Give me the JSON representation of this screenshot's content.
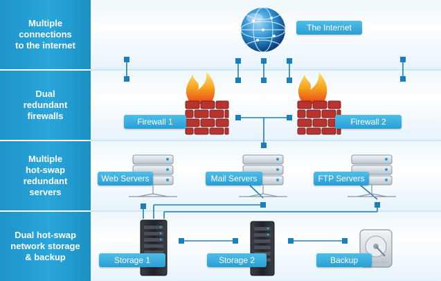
{
  "rows": [
    "Multiple\nconnections\nto the internet",
    "Dual\nredundant\nfirewalls",
    "Multiple\nhot-swap\nredundant\nservers",
    "Dual hot-swap\nnetwork storage\n& backup"
  ],
  "labels": {
    "internet": "The Internet",
    "firewall1": "Firewall 1",
    "firewall2": "Firewall 2",
    "web_servers": "Web Servers",
    "mail_servers": "Mail Servers",
    "ftp_servers": "FTP Servers",
    "storage1": "Storage 1",
    "storage2": "Storage 2",
    "backup": "Backup"
  },
  "colors": {
    "sidebar": "#2aa6db",
    "label": "#3db0e2",
    "connector": "#1d7fb8",
    "brick": "#b8322e",
    "flame": "#f7a21b"
  }
}
